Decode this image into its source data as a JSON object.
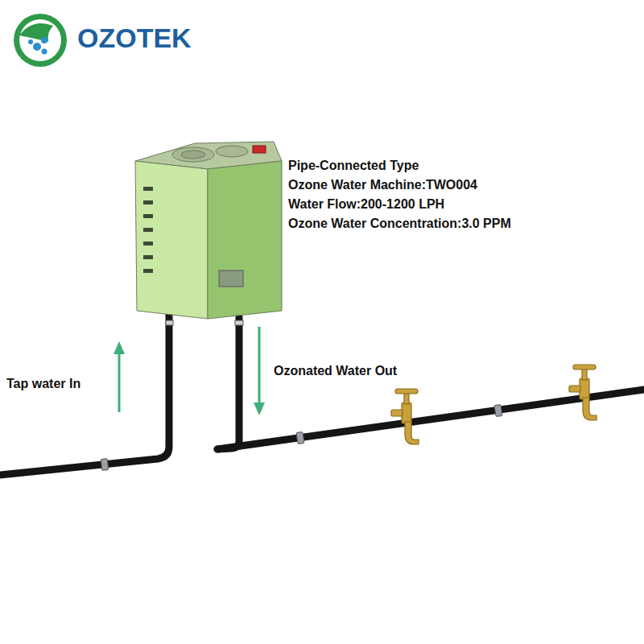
{
  "diagram": {
    "labels": [
      "OZOTEK",
      "Pipe-Connected Type",
      "Ozone Water Machine:TWO004",
      "Water Flow:200-1200 LPH",
      "Ozone Water Concentration:3.0 PPM",
      "Tap water In",
      "Ozonated Water Out"
    ]
  }
}
